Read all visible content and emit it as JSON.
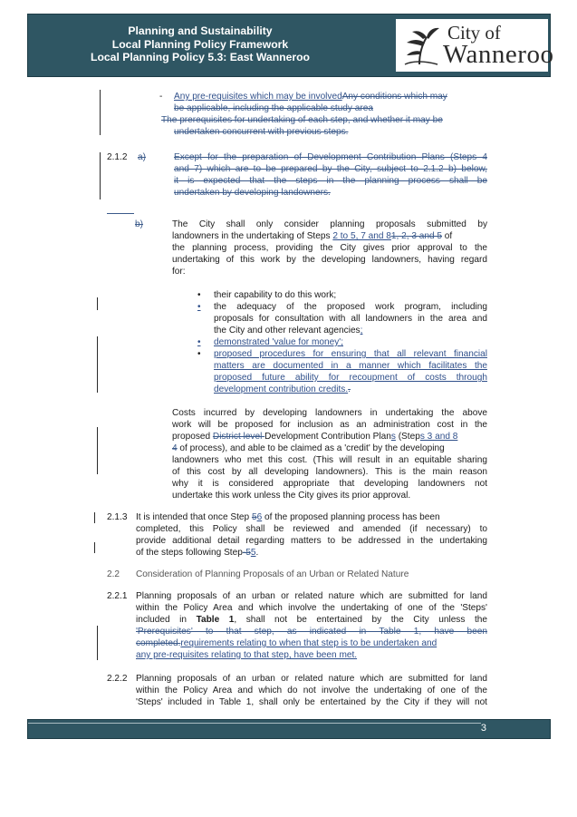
{
  "header": {
    "line1": "Planning and Sustainability",
    "line2": "Local Planning Policy Framework",
    "line3": "Local Planning Policy 5.3: East Wanneroo",
    "logo_city": "City of",
    "logo_name": "Wanneroo"
  },
  "top_list": {
    "item1_ins": "Any pre-requisites which may be involved",
    "item1_del_a": "Any conditions which may",
    "item1_del_b": "be applicable, including the applicable study area",
    "item2_del_a": "The prerequisites for undertaking of each step, and whether it may be",
    "item2_del_b": "undertaken concurrent with previous steps."
  },
  "s212": {
    "num": "2.1.2",
    "a_label": "a)",
    "a_del_1": "Except for the preparation of Development Contribution Plans (Steps 4",
    "a_del_2": "and 7) which are to be prepared by the City, subject to 2.1.2 b) below,",
    "a_del_3": "it is expected that the steps in the planning process shall be",
    "a_del_4": "undertaken by developing landowners.",
    "b_label": "b)",
    "b_p1_l1": "The City shall only consider planning proposals submitted by",
    "b_p1_l2a": "landowners in the undertaking of Steps ",
    "b_p1_l2_ins": "2 to 5, 7 and 8",
    "b_p1_l2_del": "1, 2, 3 and 5",
    "b_p1_l2b": " of",
    "b_p1_l3": "the planning process, providing the City gives prior approval to the",
    "b_p1_l4": "undertaking of this work by the developing landowners, having regard",
    "b_p1_l5": "for:",
    "bullet1": "their capability to do this work;",
    "bullet2_l1": "the adequacy of the proposed work program, including",
    "bullet2_l2": "proposals for consultation with all landowners in the area and",
    "bullet2_l3": "the City and other relevant agencies",
    "bullet2_ins": ";",
    "bullet3": "demonstrated 'value for money';",
    "bullet4_l1": "proposed procedures for ensuring that all relevant financial",
    "bullet4_l2": "matters are documented in a manner which facilitates the",
    "bullet4_l3": "proposed future ability for recoupment of costs through",
    "bullet4_l4": "development contribution credits.",
    "bullet4_del": ".",
    "p2_l1": "Costs incurred by developing landowners in undertaking the above",
    "p2_l2": "work will be proposed for inclusion as an administration cost in the",
    "p2_l3a": "proposed ",
    "p2_l3_del": "District level ",
    "p2_l3b": "Development Contribution Plan",
    "p2_l3_ins1": "s",
    "p2_l3c": " (Step",
    "p2_l3_ins2": "s 3 and 8",
    "p2_l4_del": "4",
    "p2_l4": " of process), and able to be claimed as a 'credit' by the developing",
    "p2_l5": "landowners who met this cost.  (This will result in an equitable sharing",
    "p2_l6": "of this cost by all developing landowners).  This is the main reason",
    "p2_l7": "why it is considered appropriate that developing landowners not",
    "p2_l8": "undertake this work unless the City gives its prior approval."
  },
  "s213": {
    "num": "2.1.3",
    "l1a": "It is intended that once Step ",
    "l1_del": "5",
    "l1_ins": "6",
    "l1b": " of the proposed planning process has been",
    "l2": "completed, this Policy shall be reviewed and amended (if necessary) to",
    "l3": "provide additional detail regarding matters to be addressed in the undertaking",
    "l4a": "of the steps following Step",
    "l4_del": "-5",
    "l4_ins": "5",
    "l4b": "."
  },
  "s22": {
    "num": "2.2",
    "title": "Consideration of Planning Proposals of an Urban or Related Nature"
  },
  "s221": {
    "num": "2.2.1",
    "l1": "Planning proposals of an urban or related nature which are submitted for land",
    "l2": "within the Policy Area and which involve the undertaking of one of the 'Steps'",
    "l3a": "included in ",
    "l3_bold": "Table 1",
    "l3b": ", shall not be entertained by the City unless the",
    "l4_del": "'Prerequisites' to that step, as indicated in Table 1, have been",
    "l5_del": "completed.",
    "l5_ins": "requirements relating to when that step is to be undertaken and",
    "l6_ins": "any pre-requisites relating to that step, have been met."
  },
  "s222": {
    "num": "2.2.2",
    "l1": "Planning proposals of an urban or related nature which are submitted for land",
    "l2": "within the Policy Area and which do not involve the undertaking of one of the",
    "l3": "'Steps' included in Table 1, shall only be entertained by the City if they will not"
  },
  "footer": {
    "page": "3"
  },
  "colors": {
    "header_bg": "#2f5663",
    "revision": "#2f4f8a"
  },
  "icons": {
    "logo": "wanneroo-plant-logo-icon"
  }
}
